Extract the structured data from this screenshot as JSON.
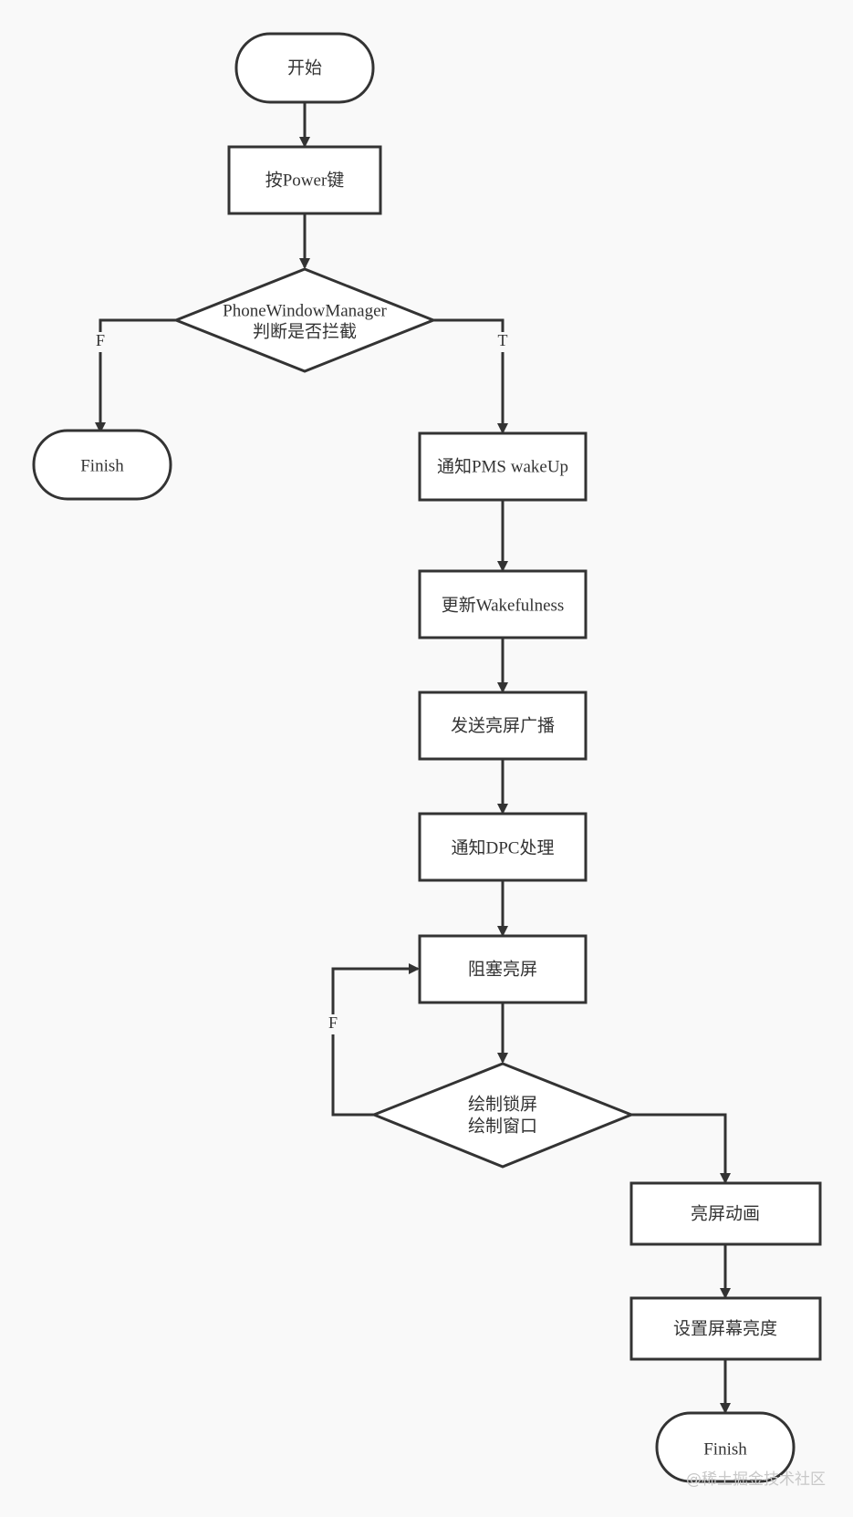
{
  "colors": {
    "background": "#f9f9f9",
    "stroke": "#333333",
    "text": "#333333",
    "fill": "#ffffff"
  },
  "nodes": {
    "start": "开始",
    "press_power": "按Power键",
    "pwm_decision_line1": "PhoneWindowManager",
    "pwm_decision_line2": "判断是否拦截",
    "finish_left": "Finish",
    "notify_pms": "通知PMS wakeUp",
    "update_wakefulness": "更新Wakefulness",
    "send_broadcast": "发送亮屏广播",
    "notify_dpc": "通知DPC处理",
    "block_screen_on": "阻塞亮屏",
    "draw_decision_line1": "绘制锁屏",
    "draw_decision_line2": "绘制窗口",
    "screen_on_animation": "亮屏动画",
    "set_brightness": "设置屏幕亮度",
    "finish_bottom": "Finish"
  },
  "edge_labels": {
    "pwm_false": "F",
    "pwm_true": "T",
    "draw_false": "F"
  },
  "watermark": "@稀土掘金技术社区"
}
